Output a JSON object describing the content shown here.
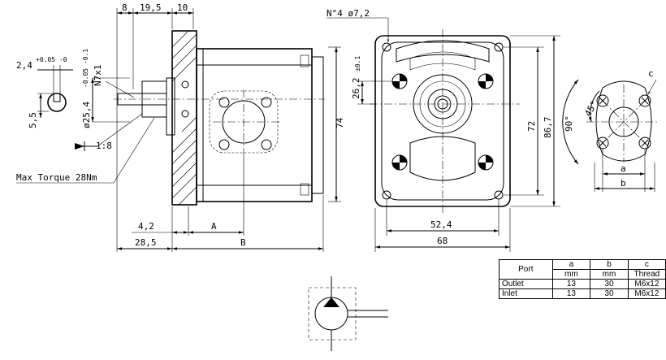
{
  "dimensions": {
    "d8": "8",
    "d19_5": "19,5",
    "d10": "10",
    "d2_4": "2,4",
    "tol_2_4": "+0.05 -0",
    "d5_5": "5,5",
    "spline": "N7x1",
    "shaft_dia": "ø25,4",
    "tol_shaft": "-0.05 -0.1",
    "taper": "1:8",
    "max_torque": "Max Torque 28Nm",
    "d4_2": "4,2",
    "a_label": "A",
    "d28_5": "28,5",
    "b_label": "B",
    "d74": "74",
    "holes": "N°4 ø7,2",
    "d26_2": "26,2",
    "tol_26_2": "±0.1",
    "d72": "72",
    "d86_7": "86,7",
    "d52_4": "52,4",
    "d68": "68",
    "angle90": "90°",
    "angle45": "45°",
    "port_a": "a",
    "port_b": "b",
    "port_c": "c"
  },
  "port_table": {
    "header": [
      "Port",
      "a",
      "b",
      "c"
    ],
    "units": [
      "mm",
      "mm",
      "Thread"
    ],
    "rows": [
      {
        "port": "Outlet",
        "a": "13",
        "b": "30",
        "c": "M6x12"
      },
      {
        "port": "Inlet",
        "a": "13",
        "b": "30",
        "c": "M6x12"
      }
    ]
  }
}
